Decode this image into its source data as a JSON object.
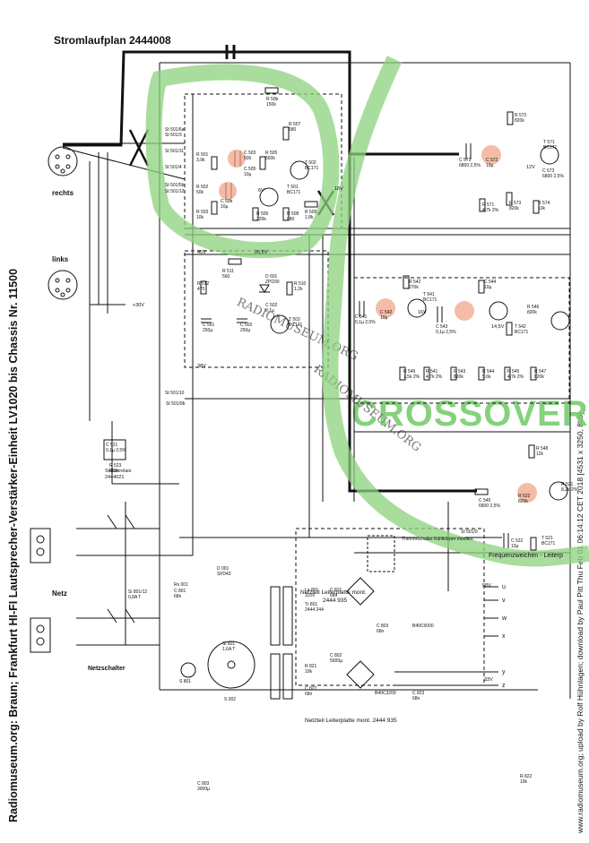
{
  "title": "Stromlaufplan 2444008",
  "side_caption_left": "Radiomuseum.org: Braun; Frankfurt HI-FI Lautsprecher-Verstärker-Einheit LV1020 bis Chassis Nr. 11500",
  "side_caption_right": "www.radiomuseum.org; upload by Rolf Hühnlagen; download by Paul Pitt Thu Feb 01 06:14:12 CET 2018 [4531 x 3250, 8kb]",
  "annotation": "CROSSOVER",
  "watermark": "RADIOMUSEUM.ORG",
  "connectors": {
    "rechts": "rechts",
    "links": "links",
    "netz": "Netz",
    "netzschalter": "Netzschalter"
  },
  "sections": {
    "netzteil_top": "Netzteil Leiterplatte mont.",
    "netzteil_top_num": "2444 935",
    "netzteil_bottom": "Netzteil Leiterplatte mont. 2444 935",
    "frequenzweichen": "Frequenzweichen - Leiterp",
    "steuerrelais": "Steuerrelais",
    "steuerrelais_num": "2444021",
    "thermo": "Thermoschalter Kühlkörper montiert"
  },
  "voltages": [
    "+30V",
    "45V",
    "26,5V",
    "38V",
    "16V",
    "14,5V",
    "12V",
    "6V",
    "58V",
    "33V",
    "18V"
  ],
  "components": [
    {
      "ref": "R 50b",
      "val": "150k"
    },
    {
      "ref": "R 507",
      "val": "680"
    },
    {
      "ref": "R 501",
      "val": "3,9k"
    },
    {
      "ref": "C 503",
      "val": "500"
    },
    {
      "ref": "C 505",
      "val": "10µ"
    },
    {
      "ref": "R 505",
      "val": "560k"
    },
    {
      "ref": "T 502",
      "val": "BC171"
    },
    {
      "ref": "R 502",
      "val": "50k"
    },
    {
      "ref": "C 50b",
      "val": "10µ"
    },
    {
      "ref": "T 501",
      "val": "BC171"
    },
    {
      "ref": "R 503",
      "val": "10k"
    },
    {
      "ref": "R 506",
      "val": "220k"
    },
    {
      "ref": "R 508",
      "val": "680"
    },
    {
      "ref": "R 509",
      "val": "1,8k"
    },
    {
      "ref": "R 511",
      "val": "560"
    },
    {
      "ref": "R 512",
      "val": "470"
    },
    {
      "ref": "D 501",
      "val": "ZPD30"
    },
    {
      "ref": "R 510",
      "val": "1,2k"
    },
    {
      "ref": "C 502",
      "val": "0,1µ"
    },
    {
      "ref": "C 501",
      "val": "250µ"
    },
    {
      "ref": "C 502",
      "val": "250µ"
    },
    {
      "ref": "T 503",
      "val": "BC171"
    },
    {
      "ref": "C 571",
      "val": "6800 2,5%"
    },
    {
      "ref": "C 572",
      "val": "10µ"
    },
    {
      "ref": "T 571",
      "val": "BC171"
    },
    {
      "ref": "R 572",
      "val": "820k"
    },
    {
      "ref": "R 571",
      "val": "4,7k 2%"
    },
    {
      "ref": "R 573",
      "val": "820k"
    },
    {
      "ref": "R 574",
      "val": "10k"
    },
    {
      "ref": "C 573",
      "val": "6800 2,5%"
    },
    {
      "ref": "C 541",
      "val": "0,1µ 2,5%"
    },
    {
      "ref": "R 542",
      "val": "270k"
    },
    {
      "ref": "C 542",
      "val": "10µ"
    },
    {
      "ref": "T 541",
      "val": "BC171"
    },
    {
      "ref": "C 543",
      "val": "0,1µ 2,5%"
    },
    {
      "ref": "C 544",
      "val": "10µ"
    },
    {
      "ref": "R 546",
      "val": "820k"
    },
    {
      "ref": "T 542",
      "val": "BC171"
    },
    {
      "ref": "R 549",
      "val": "7,5k 2%"
    },
    {
      "ref": "R 541",
      "val": "4,7k 2%"
    },
    {
      "ref": "R 543",
      "val": "820k"
    },
    {
      "ref": "R 544",
      "val": "5,6k"
    },
    {
      "ref": "R 545",
      "val": "4,7k 2%"
    },
    {
      "ref": "R 547",
      "val": "820k"
    },
    {
      "ref": "R 548",
      "val": "12k"
    },
    {
      "ref": "C 545",
      "val": "6800 2,5%"
    },
    {
      "ref": "R 522",
      "val": "820k"
    },
    {
      "ref": "R 521",
      "val": "8,2k 2%"
    },
    {
      "ref": "C 522",
      "val": "10µ"
    },
    {
      "ref": "T 521",
      "val": "BC171"
    },
    {
      "ref": "C 521",
      "val": "0,1µ 2,5%"
    },
    {
      "ref": "R 523",
      "val": "820k"
    },
    {
      "ref": "D 001",
      "val": "SFD43"
    },
    {
      "ref": "Rs 001",
      "val": ""
    },
    {
      "ref": "C 801",
      "val": "68n"
    },
    {
      "ref": "Si 801",
      "val": "1,6A T"
    },
    {
      "ref": "Si 801/12",
      "val": "0,8A T"
    },
    {
      "ref": "S 801",
      "val": ""
    },
    {
      "ref": "S 002",
      "val": ""
    },
    {
      "ref": "La 801",
      "val": "110V"
    },
    {
      "ref": "Tr 801",
      "val": "2444 244"
    },
    {
      "ref": "C 821",
      "val": "68n"
    },
    {
      "ref": "C 803",
      "val": "68n"
    },
    {
      "ref": "B40C5000",
      "val": ""
    },
    {
      "ref": "R 821",
      "val": "10k"
    },
    {
      "ref": "C 802",
      "val": "5000µ"
    },
    {
      "ref": "C 822",
      "val": "68n"
    },
    {
      "ref": "B40C3200",
      "val": ""
    },
    {
      "ref": "C 823",
      "val": "68n"
    },
    {
      "ref": "R 822",
      "val": "10k"
    },
    {
      "ref": "C 803",
      "val": "3000µ"
    }
  ],
  "switch_labels": [
    "St 501/3",
    "St 501/4",
    "St 501/5b",
    "St 501/6a",
    "St 501/9",
    "St 501/10",
    "St 501/11",
    "St 501/12",
    "St 501/9b"
  ],
  "terminals": [
    "u",
    "v",
    "w",
    "x",
    "y",
    "z"
  ]
}
